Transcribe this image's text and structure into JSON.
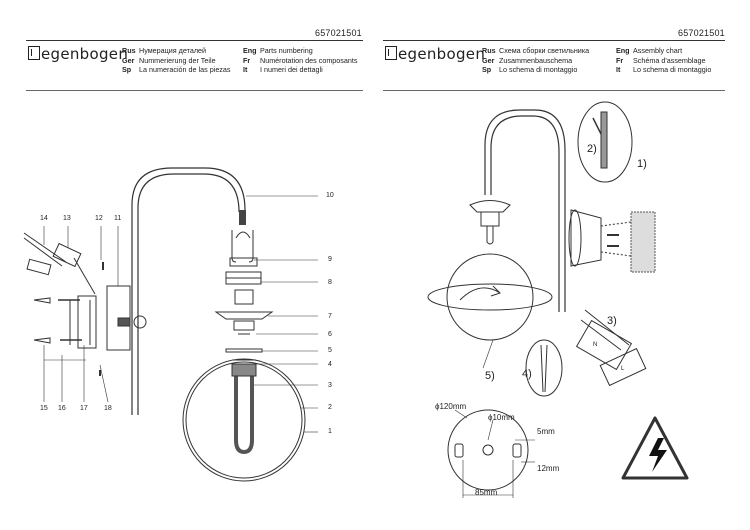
{
  "left": {
    "code": "657021501",
    "brand": "egenbogen",
    "langs": [
      {
        "code": "Rus",
        "text": "Нумерация деталей"
      },
      {
        "code": "Ger",
        "text": "Nummerierung der Teile"
      },
      {
        "code": "Sp",
        "text": "La numeración de las piezas"
      },
      {
        "code": "Eng",
        "text": "Parts numbering"
      },
      {
        "code": "Fr",
        "text": "Numérotation des composants"
      },
      {
        "code": "It",
        "text": "I numeri dei dettagli"
      }
    ],
    "parts": [
      "1",
      "2",
      "3",
      "4",
      "5",
      "6",
      "7",
      "8",
      "9",
      "10",
      "11",
      "12",
      "13",
      "14",
      "15",
      "16",
      "17",
      "18"
    ]
  },
  "right": {
    "code": "657021501",
    "brand": "egenbogen",
    "langs": [
      {
        "code": "Rus",
        "text": "Схема сборки светильника"
      },
      {
        "code": "Ger",
        "text": "Zusammenbauschema"
      },
      {
        "code": "Sp",
        "text": "Lo schema di montaggio"
      },
      {
        "code": "Eng",
        "text": "Assembly chart"
      },
      {
        "code": "Fr",
        "text": "Schéma d'assemblage"
      },
      {
        "code": "It",
        "text": "Lo schema di montaggio"
      }
    ],
    "steps": [
      "1)",
      "2)",
      "3)",
      "4)",
      "5)"
    ],
    "dims": {
      "d_plate": "ϕ120mm",
      "d_hole": "ϕ10mm",
      "gap": "5mm",
      "offset": "12mm",
      "width": "85mm"
    },
    "terminals": {
      "n": "N",
      "l": "L"
    }
  }
}
